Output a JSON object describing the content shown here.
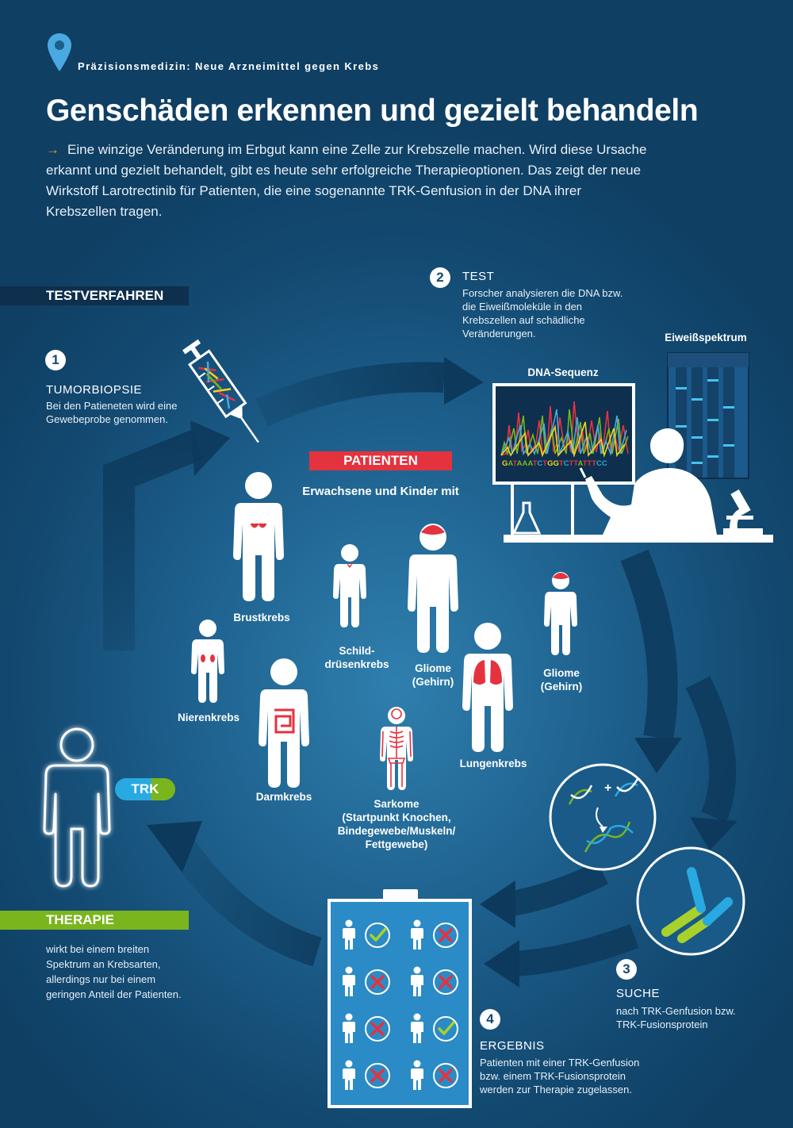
{
  "header": {
    "kicker": "Präzisionsmedizin: Neue Arzneimittel gegen Krebs",
    "title": "Genschäden erkennen und gezielt behandeln",
    "intro": "Eine winzige Veränderung im Erbgut kann eine Zelle zur Krebszelle machen. Wird diese Ursache erkannt und gezielt behandelt, gibt es heute sehr erfolgreiche Therapieoptionen. Das zeigt der neue Wirkstoff Larotrectinib für Patienten, die eine sogenannte TRK-Genfusion in der DNA ihrer Krebszellen tragen."
  },
  "sections": {
    "testverfahren": "TESTVERFAHREN",
    "patienten": "PATIENTEN",
    "patienten_sub": "Erwachsene und Kinder mit",
    "therapie": "THERAPIE",
    "therapie_text": "wirkt bei einem breiten Spektrum an Krebsarten, allerdings nur bei einem geringen Anteil der Patienten."
  },
  "steps": [
    {
      "num": "1",
      "title": "TUMORBIOPSIE",
      "text": "Bei den Patieneten wird eine Gewebeprobe genommen."
    },
    {
      "num": "2",
      "title": "TEST",
      "text": "Forscher analysieren die DNA bzw. die Eiweißmoleküle in den Krebszellen auf schädliche Veränderungen."
    },
    {
      "num": "3",
      "title": "SUCHE",
      "text": "nach TRK-Genfusion bzw. TRK-Fusionsprotein"
    },
    {
      "num": "4",
      "title": "ERGEBNIS",
      "text": "Patienten mit einer TRK-Genfusion bzw. einem TRK-Fusionsprotein werden zur Therapie zugelassen."
    }
  ],
  "lab": {
    "dna_label": "DNA-Sequenz",
    "protein_label": "Eiweißspektrum",
    "sequence": "GATAAATCTGGTCTTATTTCC"
  },
  "trk_label": "TRK",
  "cancers": {
    "brust": "Brustkrebs",
    "schild": "Schild-\ndrüsenkrebs",
    "gliome1": "Gliome\n(Gehirn)",
    "gliome2": "Gliome\n(Gehirn)",
    "nieren": "Nierenkrebs",
    "darm": "Darmkrebs",
    "lunge": "Lungenkrebs",
    "sarkome_title": "Sarkome",
    "sarkome_text": "(Startpunkt Knochen,\nBindegewebe/Muskeln/\nFettgewebe)"
  },
  "results": [
    [
      "check",
      "cross"
    ],
    [
      "cross",
      "cross"
    ],
    [
      "cross",
      "check"
    ],
    [
      "cross",
      "cross"
    ]
  ],
  "colors": {
    "dark_band": "#0e2f4d",
    "red": "#e5323f",
    "green": "#7ab51d",
    "orange": "#f39c32",
    "check": "#a9d12b",
    "cross": "#e5323f"
  }
}
